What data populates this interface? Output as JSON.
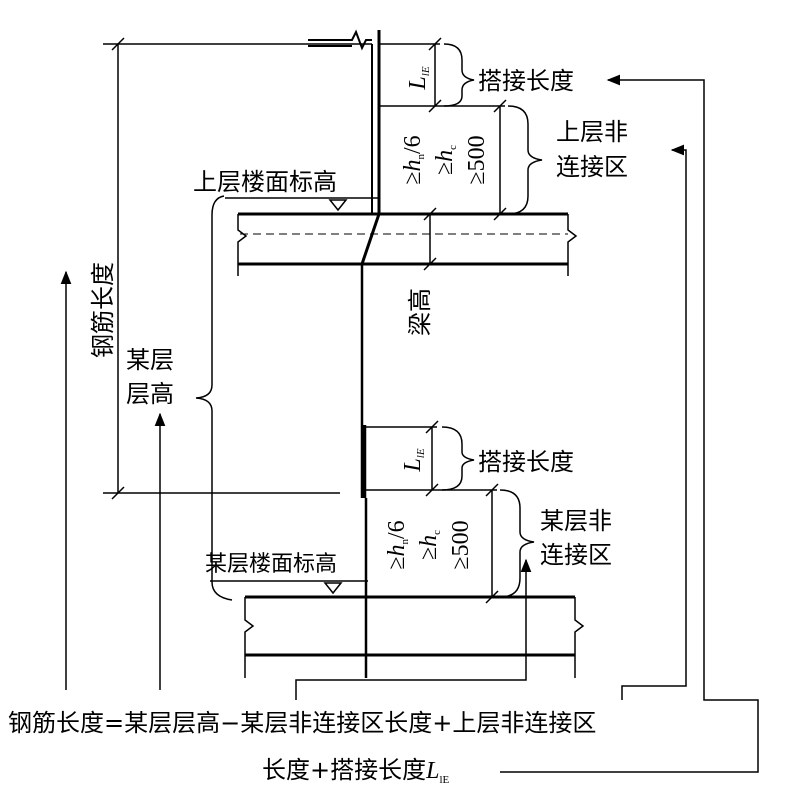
{
  "labels": {
    "rebar_length": "钢筋长度",
    "upper_floor_elevation": "上层楼面标高",
    "some_floor_elevation": "某层楼面标高",
    "beam_height": "梁高",
    "storey_height_line1": "某层",
    "storey_height_line2": "层高",
    "lap_length": "搭接长度",
    "upper_noncontact_line1": "上层非",
    "upper_noncontact_line2": "连接区",
    "some_noncontact_line1": "某层非",
    "some_noncontact_line2": "连接区",
    "lap_symbol_main": "L",
    "lap_symbol_sub": "lE",
    "cond_hn_prefix": "≥",
    "cond_hn_var": "h",
    "cond_hn_sub": "n",
    "cond_hn_suffix": "/6",
    "cond_hc_prefix": "≥",
    "cond_hc_var": "h",
    "cond_hc_sub": "c",
    "cond_500": "≥500"
  },
  "formula": {
    "line1": "钢筋长度=某层层高−某层非连接区长度+上层非连接区",
    "line2_text": "长度+搭接长度",
    "line2_symbol": "L",
    "line2_symbol_sub": "lE"
  }
}
